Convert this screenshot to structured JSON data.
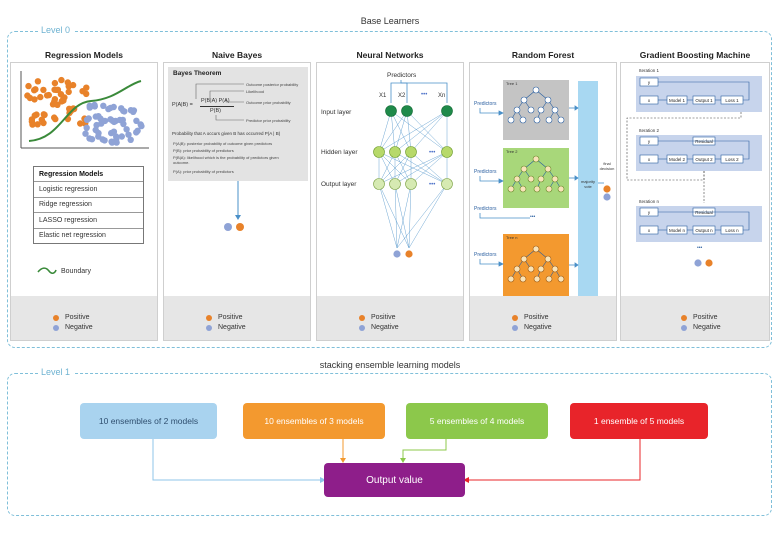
{
  "title": "Base Learners",
  "level0": {
    "label": "Level 0"
  },
  "level1": {
    "label": "Level 1",
    "title": "stacking ensemble learning models"
  },
  "columns": {
    "regression": {
      "title": "Regression Models",
      "table_header": "Regression Models",
      "items": [
        "Logistic regression",
        "Ridge regression",
        "LASSO regression",
        "Elastic net regression"
      ],
      "boundary_label": "Boundary"
    },
    "naive_bayes": {
      "title": "Naive Bayes",
      "box_title": "Bayes Theorem",
      "formula_lhs": "P(A|B) =",
      "formula_num": "P(B|A) P(A)",
      "formula_den": "P(B)",
      "ann_posterior": "Outcome posterior probability",
      "ann_likelihood": "Likelihood",
      "ann_prior": "Outcome prior probability",
      "ann_pred_prior": "Predictor prior probability",
      "statement": "Probability that A occurs given B has occurred P(A | B)",
      "def_1": "P(A|B): posterior probability of outcome given predictors",
      "def_2": "P(B): prior probability of predictors",
      "def_3": "P(B|A): likelihood which is the probability of predictors given outcome.",
      "def_4": "P(A): prior probability of predictors"
    },
    "neural": {
      "title": "Neural Networks",
      "predictors": "Predictors",
      "x1": "X1",
      "x2": "X2",
      "xn": "Xn",
      "dots": "•••",
      "input_layer": "Input layer",
      "hidden_layer": "Hidden layer",
      "output_layer": "Output layer"
    },
    "forest": {
      "title": "Random Forest",
      "predictors": "Predictors",
      "tree_1": "Tree 1",
      "tree_2": "Tree 2",
      "tree_n": "Tree n",
      "majority_vote": "majority vote",
      "final_decision": "final decision",
      "dots": "•••"
    },
    "gbm": {
      "title": "Gradient Boosting Machine",
      "iter_1": "Iteration 1",
      "iter_2": "Iteration 2",
      "iter_n": "Iteration n",
      "y": "y",
      "x": "x",
      "residual": "Residual",
      "model_1": "Model 1",
      "model_2": "Model 2",
      "model_n": "Model n",
      "output_1": "Output 1",
      "output_2": "Output 2",
      "output_n": "Output n",
      "loss_1": "Loss 1",
      "loss_2": "Loss 2",
      "loss_n": "Loss n",
      "dots": "•••"
    }
  },
  "legend": {
    "positive": "Positive",
    "negative": "Negative"
  },
  "colors": {
    "positive": "#e8822a",
    "negative": "#8fa3d6",
    "boundary": "#3a8a3a",
    "node_green": "#1f8a4a",
    "node_light": "#c9e3a6"
  },
  "ensembles": [
    {
      "label": "10 ensembles of 2 models",
      "color": "#a9d3ef"
    },
    {
      "label": "10 ensembles of 3 models",
      "color": "#f3992f"
    },
    {
      "label": "5 ensembles of 4 models",
      "color": "#8cc84b"
    },
    {
      "label": "1 ensemble of 5 models",
      "color": "#e8242a"
    }
  ],
  "output": {
    "label": "Output value",
    "color": "#8e1e8a"
  }
}
